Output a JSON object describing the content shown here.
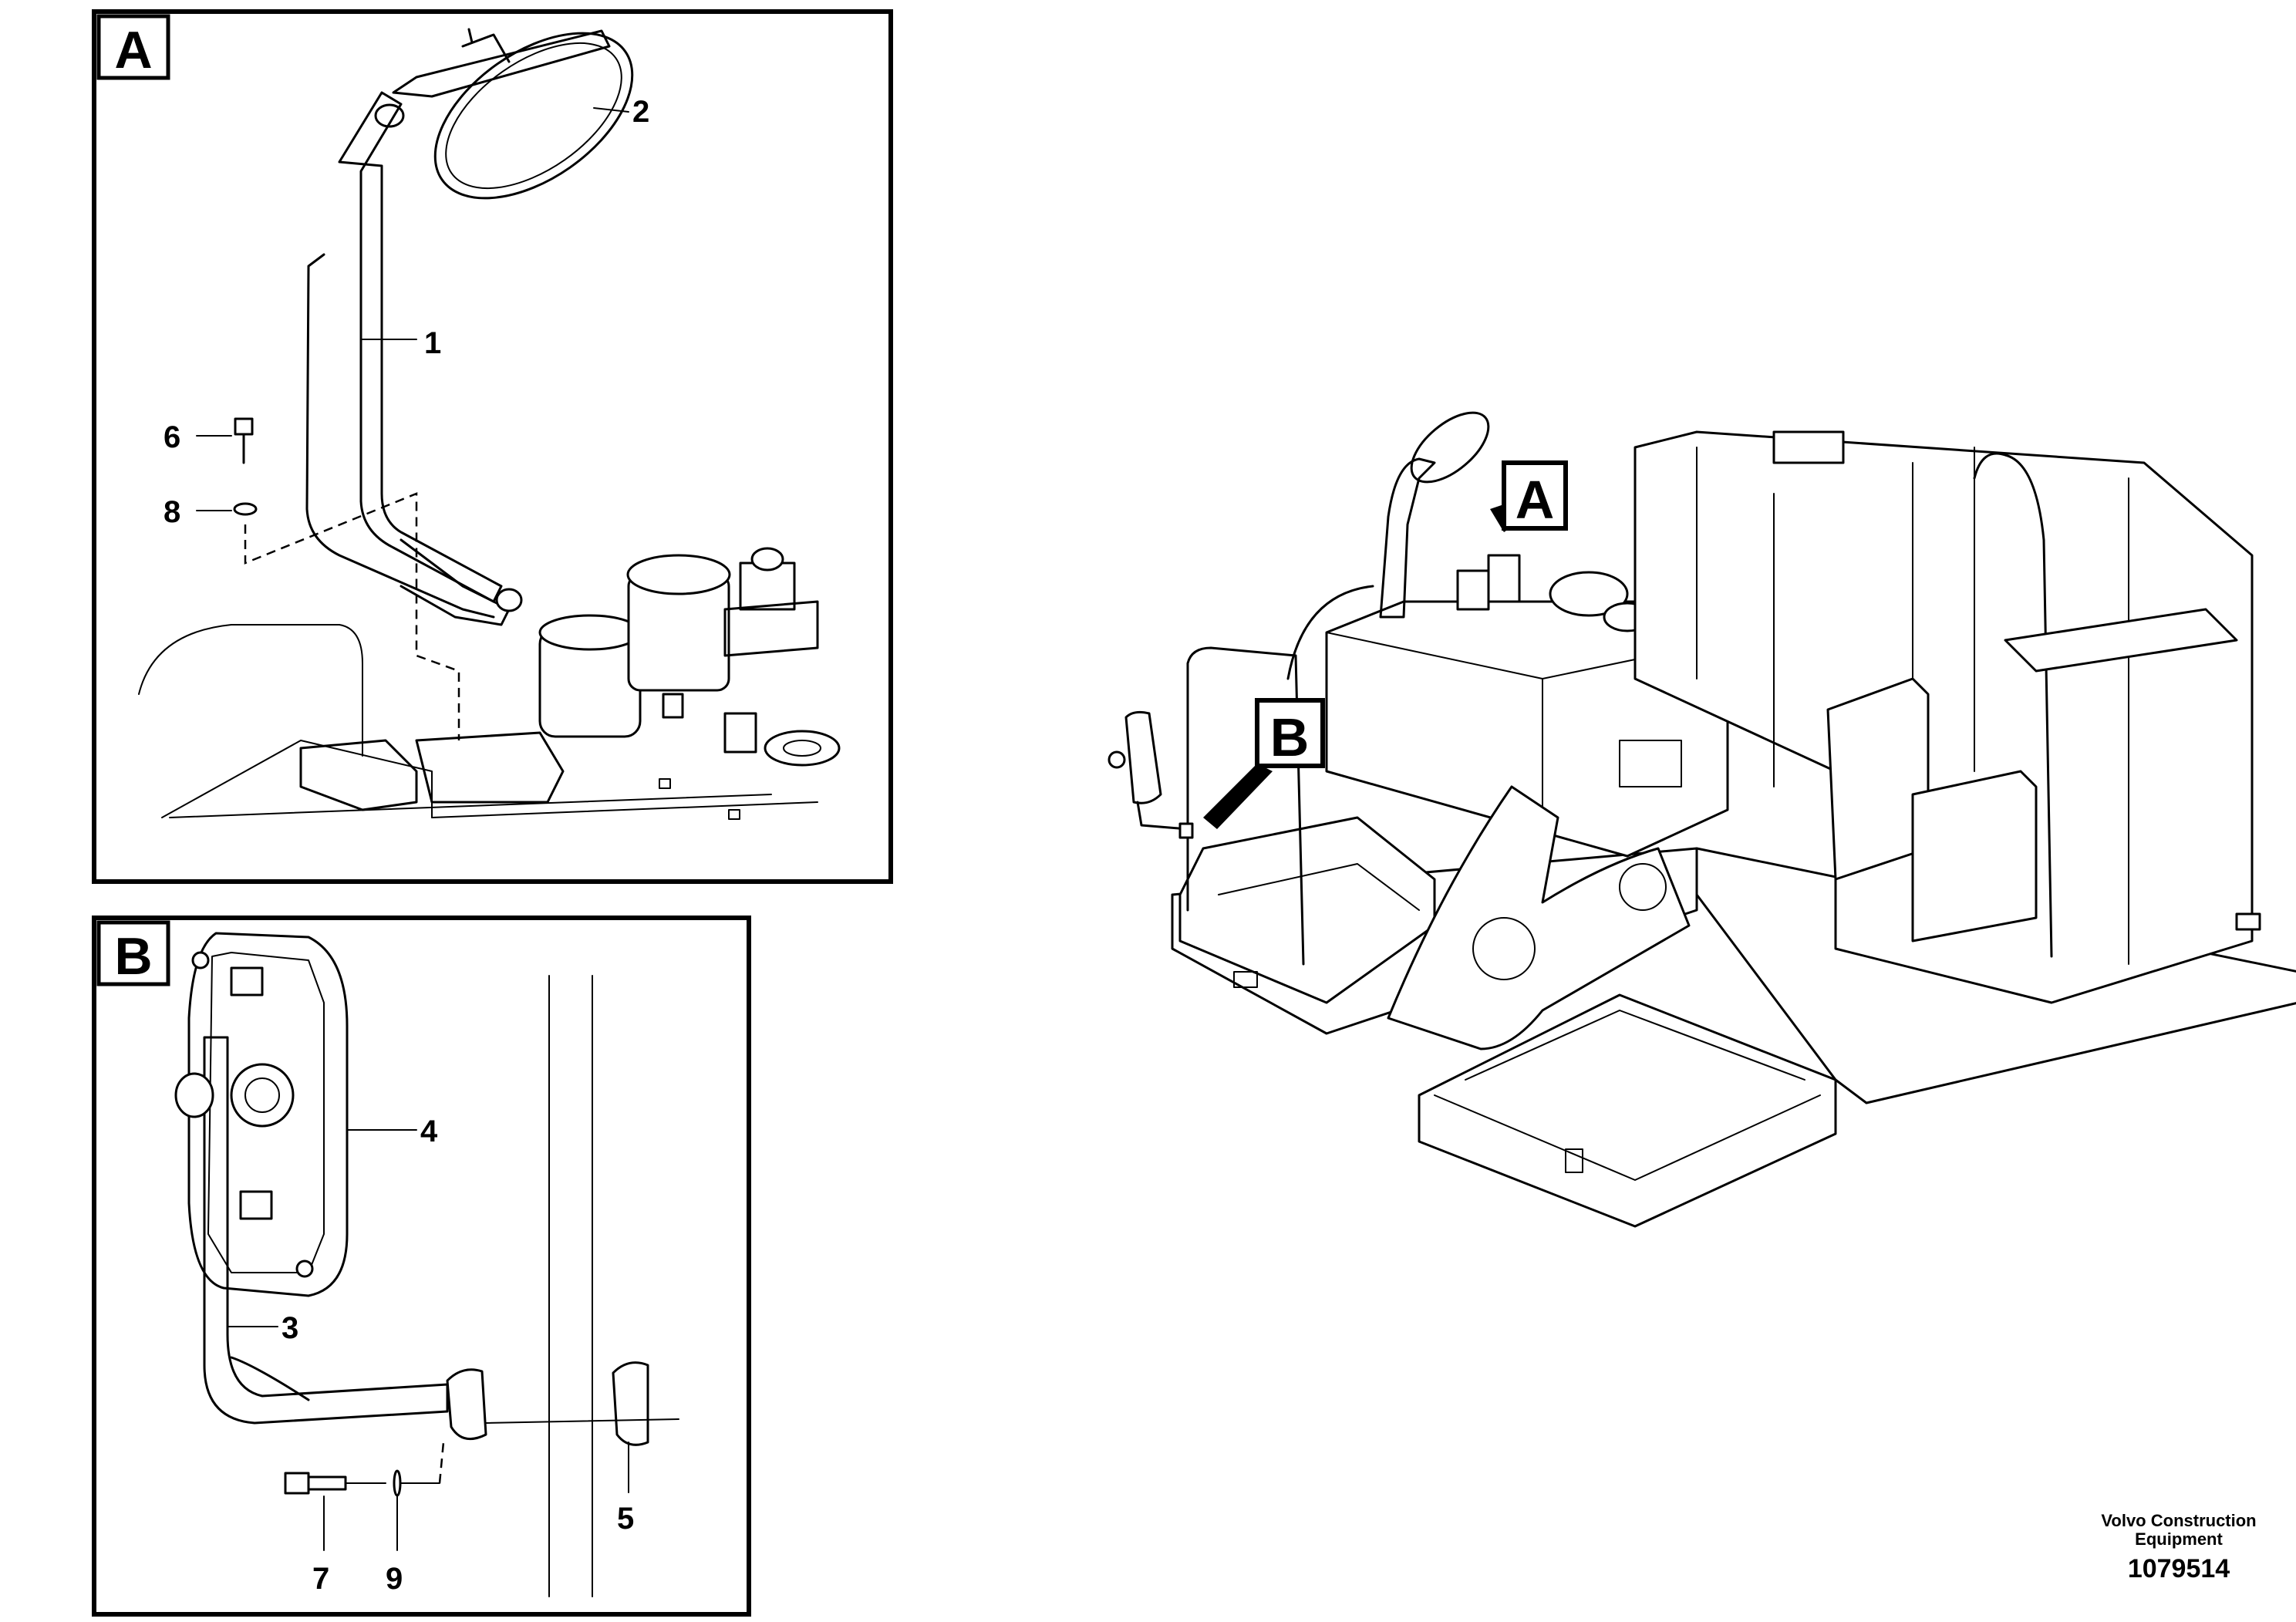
{
  "detail_a": {
    "label": "A",
    "callouts": [
      "1",
      "2",
      "6",
      "8"
    ]
  },
  "detail_b": {
    "label": "B",
    "callouts": [
      "3",
      "4",
      "5",
      "7",
      "9"
    ]
  },
  "overview": {
    "pointer_a": "A",
    "pointer_b": "B"
  },
  "footer": {
    "company_line1": "Volvo Construction",
    "company_line2": "Equipment",
    "drawing_number": "1079514"
  }
}
